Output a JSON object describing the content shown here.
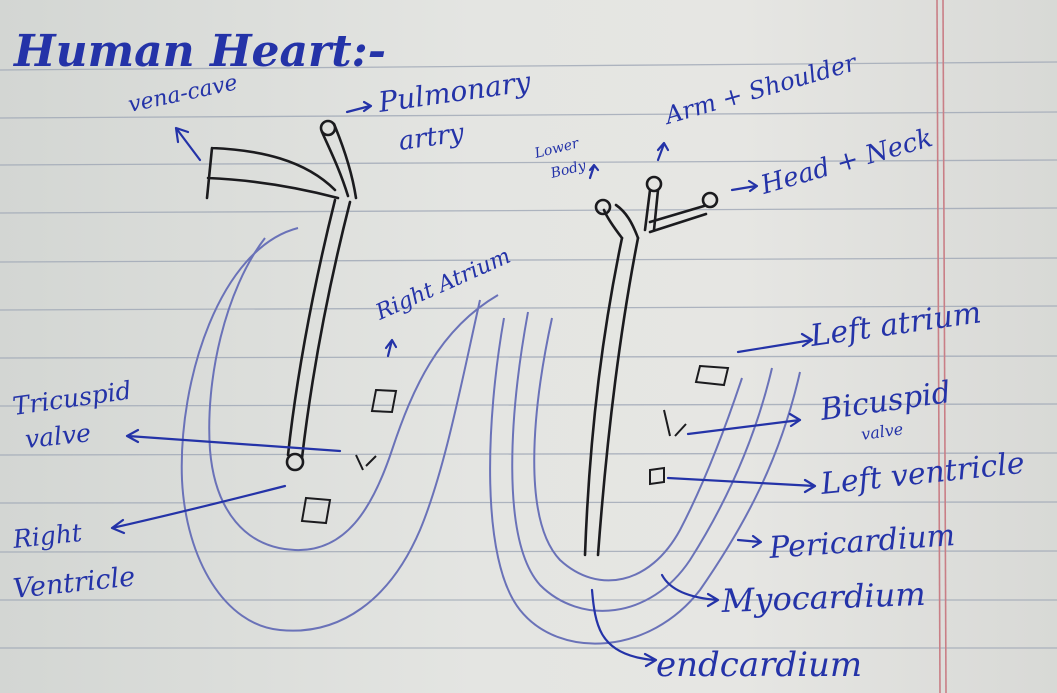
{
  "title": "Human Heart:-",
  "labels": {
    "vena_cava": "vena-cave",
    "pulmonary_1": "Pulmonary",
    "pulmonary_2": "artry",
    "lower_body_1": "Lower",
    "lower_body_2": "Body",
    "arm_shoulder": "Arm + Shoulder",
    "head_neck": "Head + Neck",
    "right_atrium": "Right Atrium",
    "tricuspid_1": "Tricuspid",
    "tricuspid_2": "valve",
    "right_ventricle_1": "Right",
    "right_ventricle_2": "Ventricle",
    "left_atrium": "Left atrium",
    "bicuspid_1": "Bicuspid",
    "bicuspid_2": "valve",
    "left_ventricle": "Left ventricle",
    "pericardium": "Pericardium",
    "myocardium": "Myocardium",
    "endocardium": "endcardium"
  },
  "colors": {
    "ink_blue": "#2433a8",
    "ink_black": "#1b1b1e",
    "pencil_blue": "#6a72b8",
    "rule_line": "#9aa3b3",
    "margin_line": "#c97f86"
  }
}
